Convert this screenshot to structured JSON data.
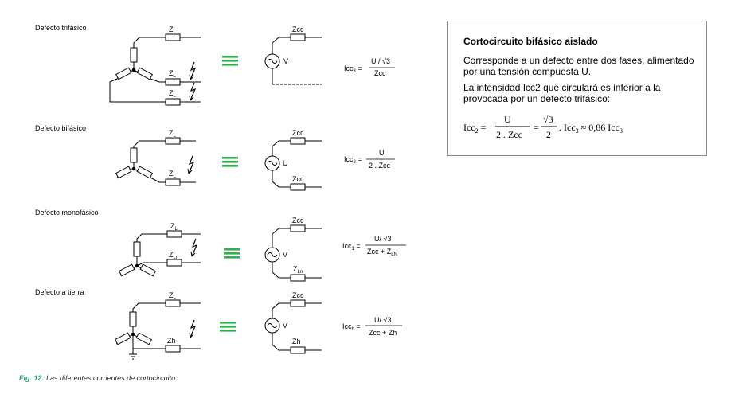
{
  "rows": [
    {
      "title": "Defecto trifásico"
    },
    {
      "title": "Defecto bifásico"
    },
    {
      "title": "Defecto monofásico"
    },
    {
      "title": "Defecto a tierra"
    }
  ],
  "labels": {
    "zl": "Z",
    "zl_sub": "L",
    "zln_sub": "Ln",
    "zcc": "Zcc",
    "zh": "Zh",
    "v": "V",
    "u": "U"
  },
  "formulas": {
    "icc3_lhs": "Icc",
    "icc3_sub": "3",
    "icc3_num": "U / √3",
    "icc3_den": "Zcc",
    "icc2_lhs": "Icc",
    "icc2_sub": "2",
    "icc2_num": "U",
    "icc2_den": "2 . Zcc",
    "icc1_lhs": "Icc",
    "icc1_sub": "1",
    "icc1_num": "U/ √3",
    "icc1_den": "Zcc + Z",
    "icc1_den_sub": "LN",
    "icch_lhs": "Icc",
    "icch_sub": "h",
    "icch_num": "U/ √3",
    "icch_den": "Zcc + Zh"
  },
  "side": {
    "title": "Cortocircuito bifásico aislado",
    "p1": "Corresponde a un defecto entre dos fases, alimentado por una tensión compuesta U.",
    "p2": "La intensidad Icc2 que circulará es inferior a la provocada por un defecto trifásico:",
    "f_lhs": "Icc",
    "f_sub": "2",
    "f_num1": "U",
    "f_den1": "2 . Zcc",
    "f_num2": "√3",
    "f_den2": "2",
    "f_tail": ". Icc",
    "f_tail_sub": "3",
    "f_approx": " ≈ 0,86 Icc",
    "f_approx_sub": "3"
  },
  "caption": {
    "fig": "Fig. 12:",
    "text": " Las diferentes corrientes de cortocircuito."
  },
  "colors": {
    "equiv": "#2db14b",
    "caption": "#2e9a6a",
    "box_border": "#8a8a8a"
  }
}
